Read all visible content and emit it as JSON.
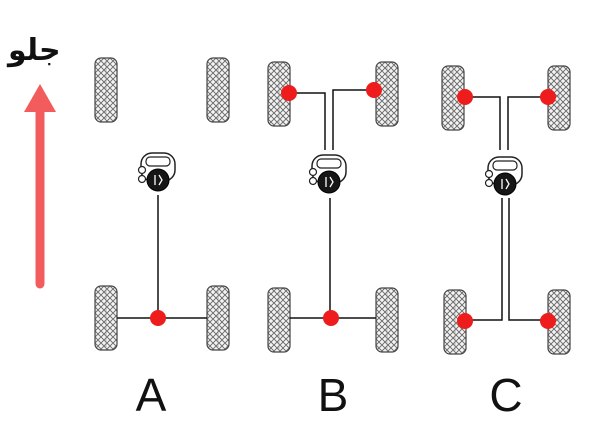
{
  "front_label": "جلو",
  "labels": {
    "a": "A",
    "b": "B",
    "c": "C"
  },
  "colors": {
    "arrow": "#f25c5c",
    "diff": "#ee1c1c",
    "line": "#111111",
    "tire": "#555555"
  },
  "icons": {
    "arrow": "up-arrow-icon",
    "tire": "tire-icon",
    "engine": "engine-icon"
  }
}
